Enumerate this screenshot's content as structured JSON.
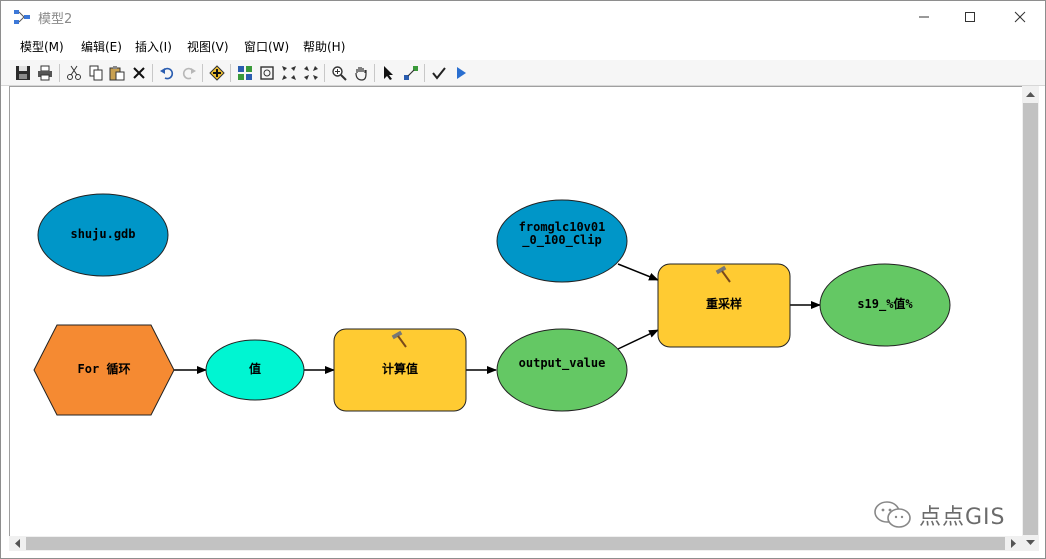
{
  "window": {
    "title": "模型2"
  },
  "menu": {
    "items": [
      {
        "label": "模型(M)"
      },
      {
        "label": "编辑(E)"
      },
      {
        "label": "插入(I)"
      },
      {
        "label": "视图(V)"
      },
      {
        "label": "窗口(W)"
      },
      {
        "label": "帮助(H)"
      }
    ]
  },
  "toolbar": {
    "icons": [
      "save-icon",
      "print-icon",
      "cut-icon",
      "copy-icon",
      "paste-icon",
      "delete-icon",
      "undo-icon",
      "redo-icon",
      "add-data-icon",
      "auto-layout-icon",
      "full-extent-icon",
      "zoom-in-fixed-icon",
      "zoom-out-fixed-icon",
      "zoom-icon",
      "pan-icon",
      "select-icon",
      "connect-icon",
      "validate-icon",
      "run-icon"
    ]
  },
  "diagram": {
    "nodes": {
      "shuju": {
        "label": "shuju.gdb",
        "color": "#0096c8"
      },
      "for_loop": {
        "label": "For 循环",
        "color": "#f58a32"
      },
      "value": {
        "label": "值",
        "color": "#00f5d2"
      },
      "calc_value": {
        "label": "计算值",
        "color": "#ffcb32"
      },
      "output_value": {
        "label": "output_value",
        "color": "#64c864"
      },
      "fromglc": {
        "label": "fromglc10v01_0_100_Clip",
        "color": "#0096c8"
      },
      "resample": {
        "label": "重采样",
        "color": "#ffcb32"
      },
      "s19": {
        "label": "s19_%值%",
        "color": "#64c864"
      }
    }
  },
  "watermark": {
    "text": "点点GIS"
  }
}
